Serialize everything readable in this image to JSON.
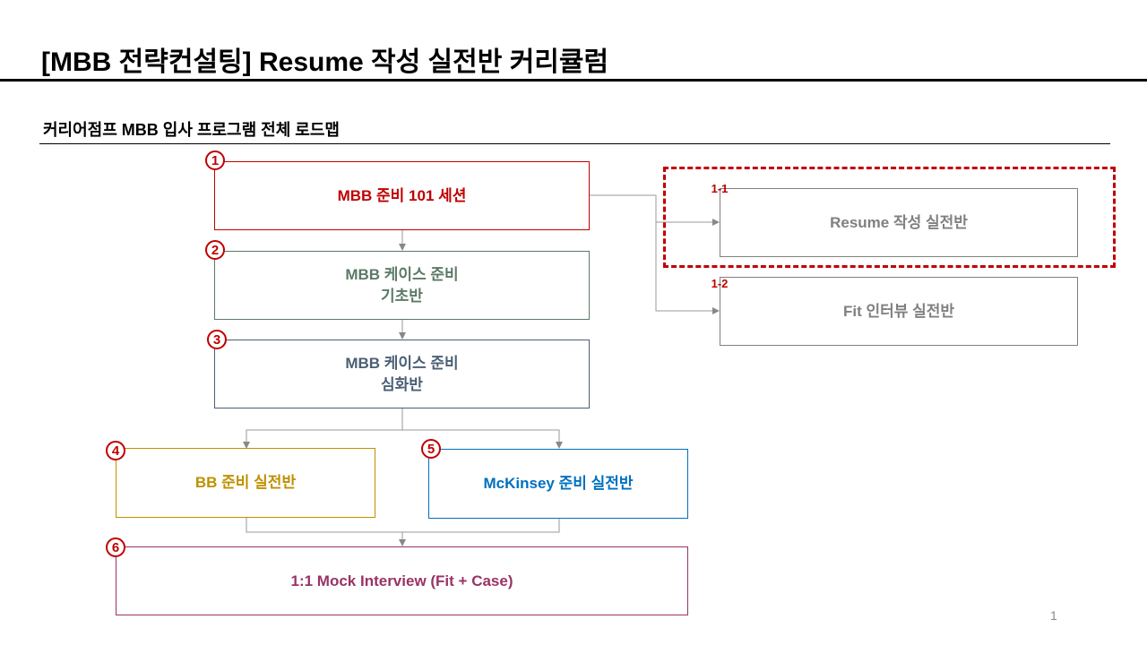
{
  "header": {
    "title": "[MBB 전략컨설팅] Resume 작성 실전반 커리큘럼",
    "subtitle": "커리어점프 MBB 입사 프로그램 전체 로드맵"
  },
  "nodes": [
    {
      "id": "n1",
      "badge": "1",
      "label": "MBB 준비 101 세션",
      "color": "#c00000",
      "border": "#c00000"
    },
    {
      "id": "n2",
      "badge": "2",
      "label": "MBB 케이스 준비\n기초반",
      "color": "#5b7a66",
      "border": "#5b7a66"
    },
    {
      "id": "n3",
      "badge": "3",
      "label": "MBB 케이스 준비\n심화반",
      "color": "#4a5f75",
      "border": "#4a5f75"
    },
    {
      "id": "n4",
      "badge": "4",
      "label": "BB 준비 실전반",
      "color": "#bf9000",
      "border": "#bf9000"
    },
    {
      "id": "n5",
      "badge": "5",
      "label": "McKinsey 준비 실전반",
      "color": "#0070c0",
      "border": "#0070c0"
    },
    {
      "id": "n6",
      "badge": "6",
      "label": "1:1 Mock Interview (Fit + Case)",
      "color": "#993366",
      "border": "#993366"
    },
    {
      "id": "n11",
      "badge": "1-1",
      "label": "Resume 작성 실전반",
      "color": "#808080",
      "border": "#808080"
    },
    {
      "id": "n12",
      "badge": "1-2",
      "label": "Fit 인터뷰 실전반",
      "color": "#808080",
      "border": "#808080"
    }
  ],
  "highlight": {
    "target": "n11",
    "color": "#c00000"
  },
  "page": {
    "number": "1"
  }
}
